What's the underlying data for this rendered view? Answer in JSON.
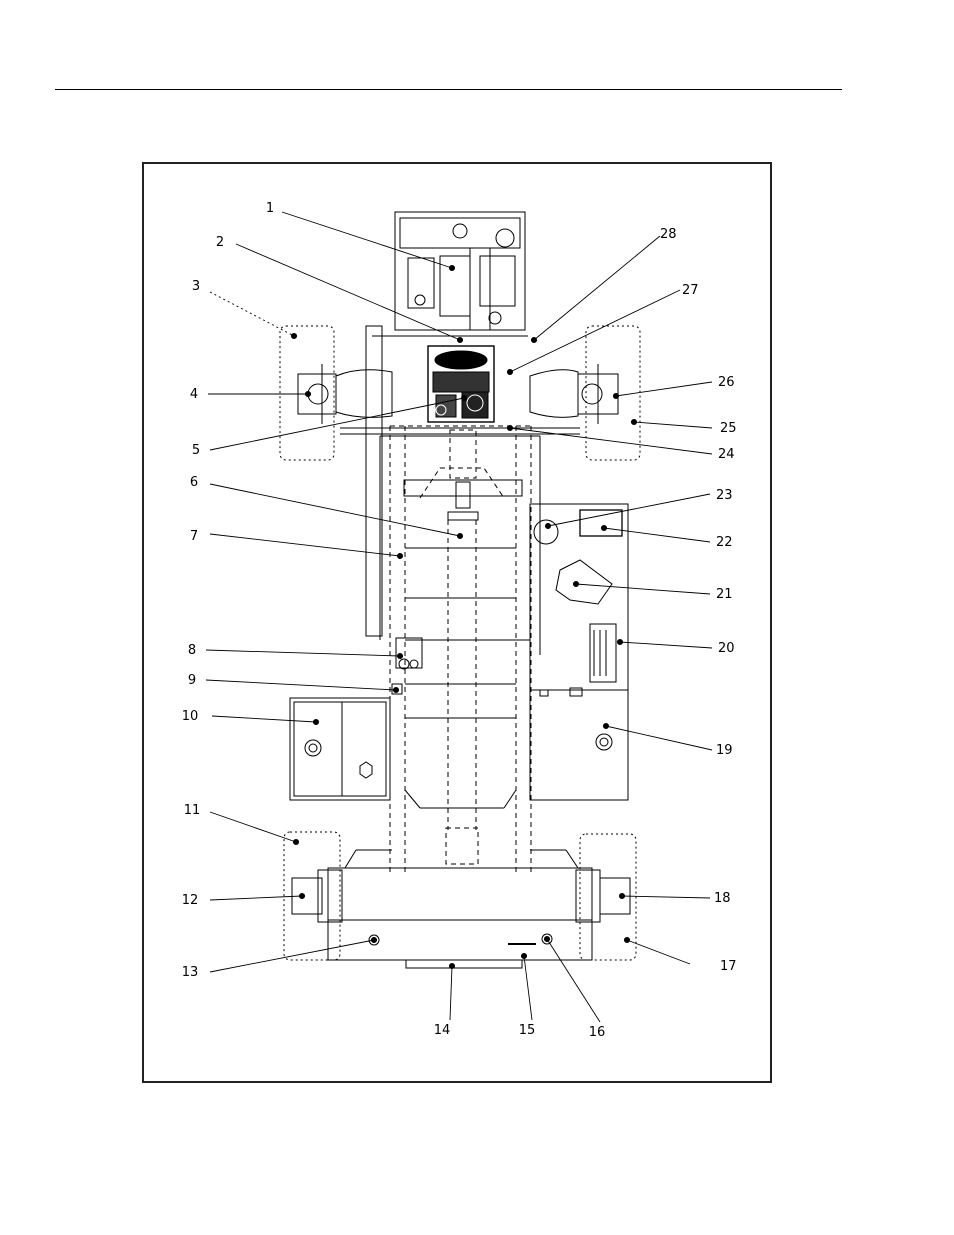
{
  "callouts": [
    "1",
    "2",
    "3",
    "4",
    "5",
    "6",
    "7",
    "8",
    "9",
    "10",
    "11",
    "12",
    "13",
    "14",
    "15",
    "16",
    "17",
    "18",
    "19",
    "20",
    "21",
    "22",
    "23",
    "24",
    "25",
    "26",
    "27",
    "28"
  ],
  "colors": {
    "ink": "#000000",
    "frame": "#222222",
    "background": "#ffffff"
  }
}
